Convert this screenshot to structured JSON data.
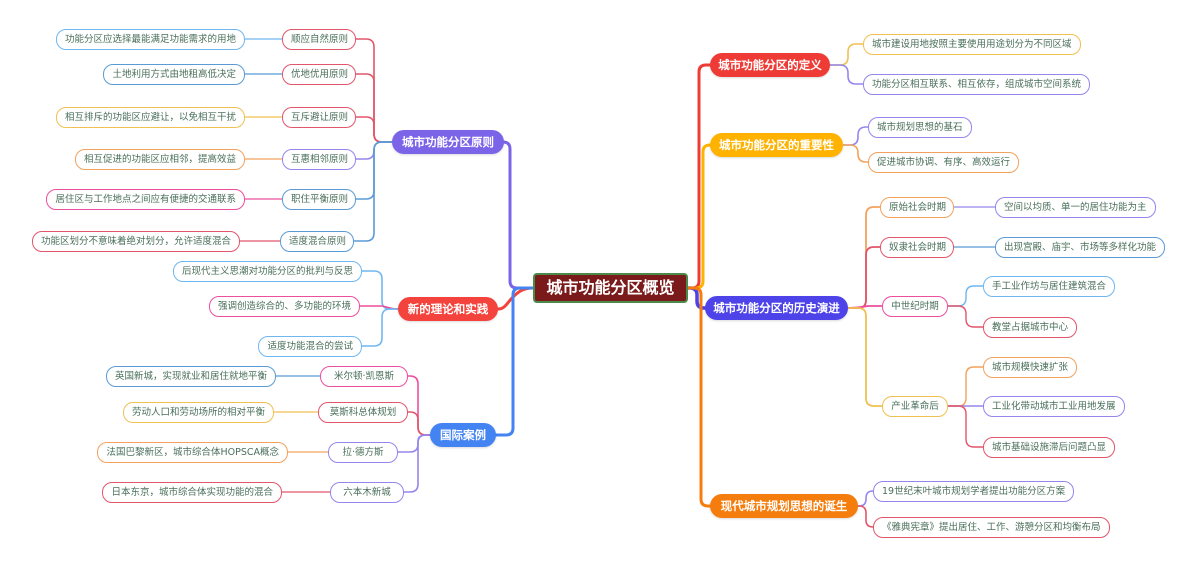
{
  "title": "城市功能分区概览",
  "branches": {
    "principles": {
      "label": "城市功能分区原则",
      "items": [
        {
          "name": "顺应自然原则",
          "detail": "功能分区应选择最能满足功能需求的用地"
        },
        {
          "name": "优地优用原则",
          "detail": "土地利用方式由地租高低决定"
        },
        {
          "name": "互斥避让原则",
          "detail": "相互排斥的功能区应避让，以免相互干扰"
        },
        {
          "name": "互惠相邻原则",
          "detail": "相互促进的功能区应相邻，提高效益"
        },
        {
          "name": "职住平衡原则",
          "detail": "居住区与工作地点之间应有便捷的交通联系"
        },
        {
          "name": "适度混合原则",
          "detail": "功能区划分不意味着绝对划分，允许适度混合"
        }
      ]
    },
    "new_theory": {
      "label": "新的理论和实践",
      "items": [
        {
          "detail": "后现代主义思潮对功能分区的批判与反思"
        },
        {
          "detail": "强调创造综合的、多功能的环境"
        },
        {
          "detail": "适度功能混合的尝试"
        }
      ]
    },
    "international_cases": {
      "label": "国际案例",
      "items": [
        {
          "name": "米尔顿·凯恩斯",
          "detail": "英国新城，实现就业和居住就地平衡"
        },
        {
          "name": "莫斯科总体规划",
          "detail": "劳动人口和劳动场所的相对平衡"
        },
        {
          "name": "拉·德方斯",
          "detail": "法国巴黎新区，城市综合体HOPSCA概念"
        },
        {
          "name": "六本木新城",
          "detail": "日本东京，城市综合体实现功能的混合"
        }
      ]
    },
    "definition": {
      "label": "城市功能分区的定义",
      "items": [
        {
          "detail": "城市建设用地按照主要使用用途划分为不同区域"
        },
        {
          "detail": "功能分区相互联系、相互依存，组成城市空间系统"
        }
      ]
    },
    "importance": {
      "label": "城市功能分区的重要性",
      "items": [
        {
          "detail": "城市规划思想的基石"
        },
        {
          "detail": "促进城市协调、有序、高效运行"
        }
      ]
    },
    "history": {
      "label": "城市功能分区的历史演进",
      "periods": [
        {
          "name": "原始社会时期",
          "details": [
            "空间以均质、单一的居住功能为主"
          ]
        },
        {
          "name": "奴隶社会时期",
          "details": [
            "出现宫殿、庙宇、市场等多样化功能"
          ]
        },
        {
          "name": "中世纪时期",
          "details": [
            "手工业作坊与居住建筑混合",
            "教堂占据城市中心"
          ]
        },
        {
          "name": "产业革命后",
          "details": [
            "城市规模快速扩张",
            "工业化带动城市工业用地发展",
            "城市基础设施滞后问题凸显"
          ]
        }
      ]
    },
    "modern": {
      "label": "现代城市规划思想的诞生",
      "items": [
        {
          "detail": "19世纪末叶城市规划学者提出功能分区方案"
        },
        {
          "detail": "《雅典宪章》提出居住、工作、游憩分区和均衡布局"
        }
      ]
    }
  },
  "colors": {
    "center_fill": "#7a1a1a",
    "center_border": "#4c8a4c",
    "branch_principles": "#7c64e8",
    "branch_new_theory": "#f4433c",
    "branch_cases": "#4483f2",
    "branch_definition": "#ef3b36",
    "branch_importance": "#ffb300",
    "branch_history": "#4d43e8",
    "branch_modern": "#f57d0d",
    "leaf_text": "#4a6f5a",
    "leaf_light_blue": "#6fb7f0",
    "leaf_blue": "#5b9bd5",
    "leaf_yellow": "#f0c052",
    "leaf_orange": "#f2a25c",
    "leaf_pink": "#ec4f9e",
    "leaf_red": "#e2566b",
    "leaf_purple": "#9486ec"
  }
}
